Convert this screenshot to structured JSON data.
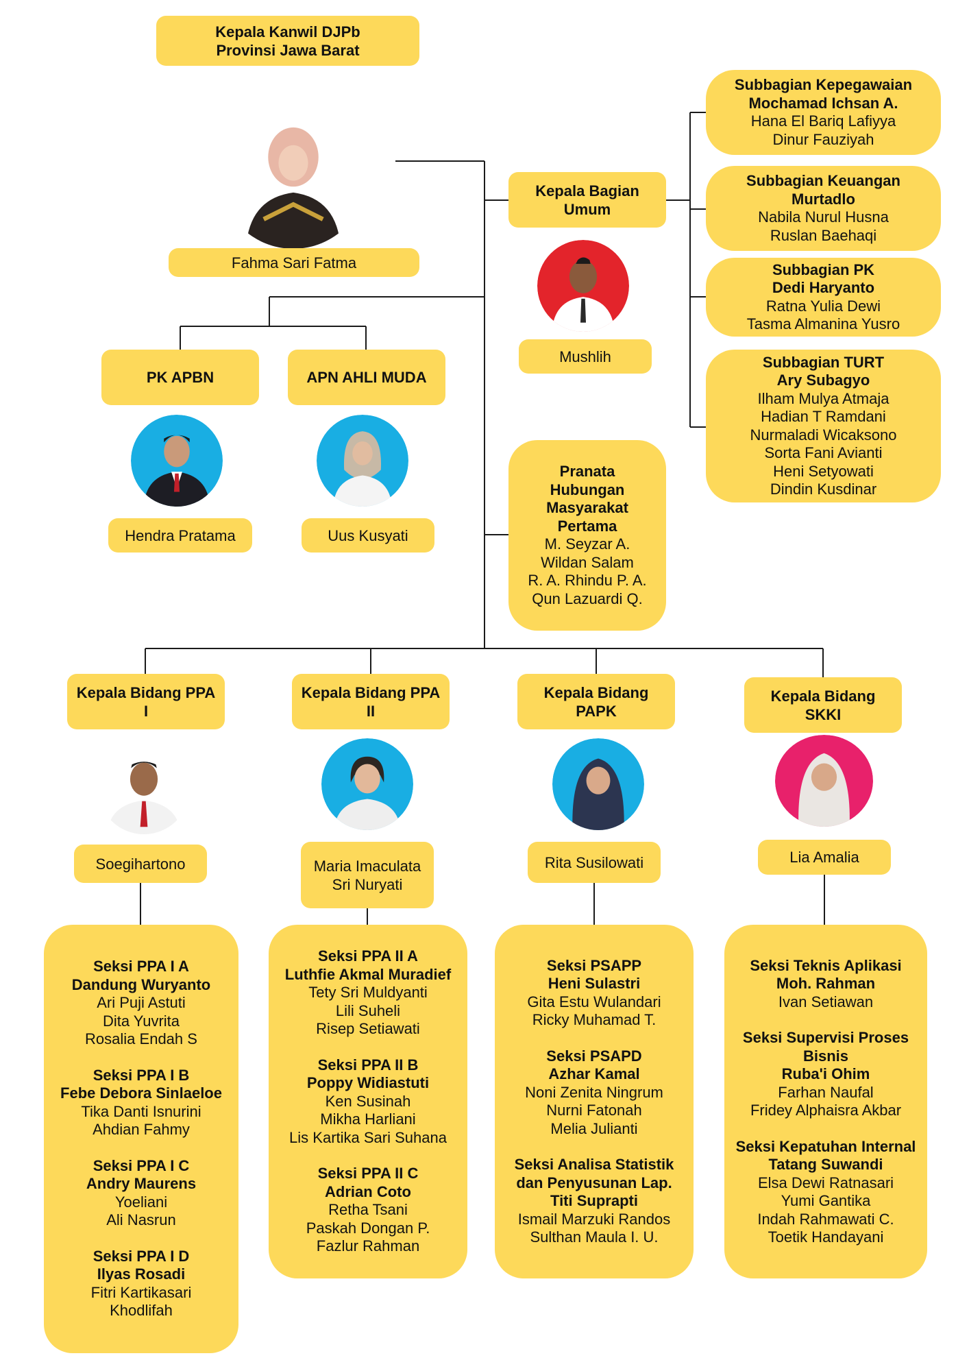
{
  "colors": {
    "box": "#fdd95a",
    "line": "#1a1a1a",
    "photo_blue": "#19aee3",
    "photo_red": "#e3242b",
    "photo_pink": "#e8216b",
    "photo_white": "#ffffff"
  },
  "head": {
    "title": [
      "Kepala Kanwil DJPb",
      "Provinsi Jawa Barat"
    ],
    "name": "Fahma Sari Fatma"
  },
  "pk_apbn": {
    "title": "PK APBN",
    "name": "Hendra Pratama"
  },
  "apn": {
    "title": "APN AHLI MUDA",
    "name": "Uus Kusyati"
  },
  "umum": {
    "title": [
      "Kepala Bagian",
      "Umum"
    ],
    "name": "Mushlih"
  },
  "subbagian": [
    {
      "title": "Subbagian Kepegawaian",
      "head": "Mochamad Ichsan A.",
      "members": [
        "Hana El Bariq Lafiyya",
        "Dinur Fauziyah"
      ]
    },
    {
      "title": "Subbagian Keuangan",
      "head": "Murtadlo",
      "members": [
        "Nabila Nurul Husna",
        "Ruslan Baehaqi"
      ]
    },
    {
      "title": "Subbagian PK",
      "head": "Dedi Haryanto",
      "members": [
        "Ratna Yulia Dewi",
        "Tasma Almanina Yusro"
      ]
    },
    {
      "title": "Subbagian TURT",
      "head": "Ary Subagyo",
      "members": [
        "Ilham Mulya Atmaja",
        "Hadian T Ramdani",
        "Nurmaladi Wicaksono",
        "Sorta Fani Avianti",
        "Heni Setyowati",
        "Dindin Kusdinar"
      ]
    }
  ],
  "pranata": {
    "title": [
      "Pranata",
      "Hubungan",
      "Masyarakat",
      "Pertama"
    ],
    "members": [
      "M. Seyzar A.",
      "Wildan Salam",
      "R. A. Rhindu P. A.",
      "Qun Lazuardi Q."
    ]
  },
  "bidang": [
    {
      "title": [
        "Kepala Bidang PPA",
        "I"
      ],
      "name": [
        "Soegihartono"
      ],
      "seksi": [
        {
          "title": [
            "Seksi PPA I A"
          ],
          "head": "Dandung Wuryanto",
          "members": [
            "Ari Puji Astuti",
            "Dita Yuvrita",
            "Rosalia Endah S"
          ]
        },
        {
          "title": [
            "Seksi PPA I B"
          ],
          "head": "Febe Debora Sinlaeloe",
          "members": [
            "Tika Danti Isnurini",
            "Ahdian Fahmy"
          ]
        },
        {
          "title": [
            "Seksi PPA I C"
          ],
          "head": "Andry Maurens",
          "members": [
            "Yoeliani",
            "Ali Nasrun"
          ]
        },
        {
          "title": [
            "Seksi PPA I D"
          ],
          "head": "Ilyas Rosadi",
          "members": [
            "Fitri Kartikasari",
            "Khodlifah"
          ]
        }
      ]
    },
    {
      "title": [
        "Kepala Bidang PPA",
        "II"
      ],
      "name": [
        "Maria Imaculata",
        "Sri Nuryati"
      ],
      "seksi": [
        {
          "title": [
            "Seksi PPA II A"
          ],
          "head": "Luthfie Akmal Muradief",
          "members": [
            "Tety Sri Muldyanti",
            "Lili Suheli",
            "Risep Setiawati"
          ]
        },
        {
          "title": [
            "Seksi PPA II B"
          ],
          "head": "Poppy Widiastuti",
          "members": [
            "Ken Susinah",
            "Mikha Harliani",
            "Lis Kartika Sari Suhana"
          ]
        },
        {
          "title": [
            "Seksi  PPA II C"
          ],
          "head": "Adrian Coto",
          "members": [
            "Retha Tsani",
            "Paskah Dongan P.",
            "Fazlur Rahman"
          ]
        }
      ]
    },
    {
      "title": [
        "Kepala Bidang",
        "PAPK"
      ],
      "name": [
        "Rita Susilowati"
      ],
      "seksi": [
        {
          "title": [
            "Seksi PSAPP"
          ],
          "head": "Heni Sulastri",
          "members": [
            "Gita Estu Wulandari",
            "Ricky Muhamad T."
          ]
        },
        {
          "title": [
            "Seksi PSAPD"
          ],
          "head": "Azhar Kamal",
          "members": [
            "Noni Zenita Ningrum",
            "Nurni Fatonah",
            "Melia Julianti"
          ]
        },
        {
          "title": [
            "Seksi Analisa Statistik",
            "dan Penyusunan Lap."
          ],
          "head": "Titi Suprapti",
          "members": [
            "Ismail Marzuki Randos",
            "Sulthan Maula I. U."
          ]
        }
      ]
    },
    {
      "title": [
        "Kepala Bidang",
        "SKKI"
      ],
      "name": [
        "Lia Amalia"
      ],
      "seksi": [
        {
          "title": [
            "Seksi  Teknis Aplikasi"
          ],
          "head": "Moh. Rahman",
          "members": [
            "Ivan Setiawan"
          ]
        },
        {
          "title": [
            "Seksi Supervisi Proses",
            "Bisnis"
          ],
          "head": "Ruba'i Ohim",
          "members": [
            "Farhan Naufal",
            "Fridey Alphaisra Akbar"
          ]
        },
        {
          "title": [
            "Seksi Kepatuhan Internal"
          ],
          "head": "Tatang Suwandi",
          "members": [
            "Elsa Dewi Ratnasari",
            "Yumi Gantika",
            "Indah Rahmawati C.",
            "Toetik Handayani"
          ]
        }
      ]
    }
  ]
}
